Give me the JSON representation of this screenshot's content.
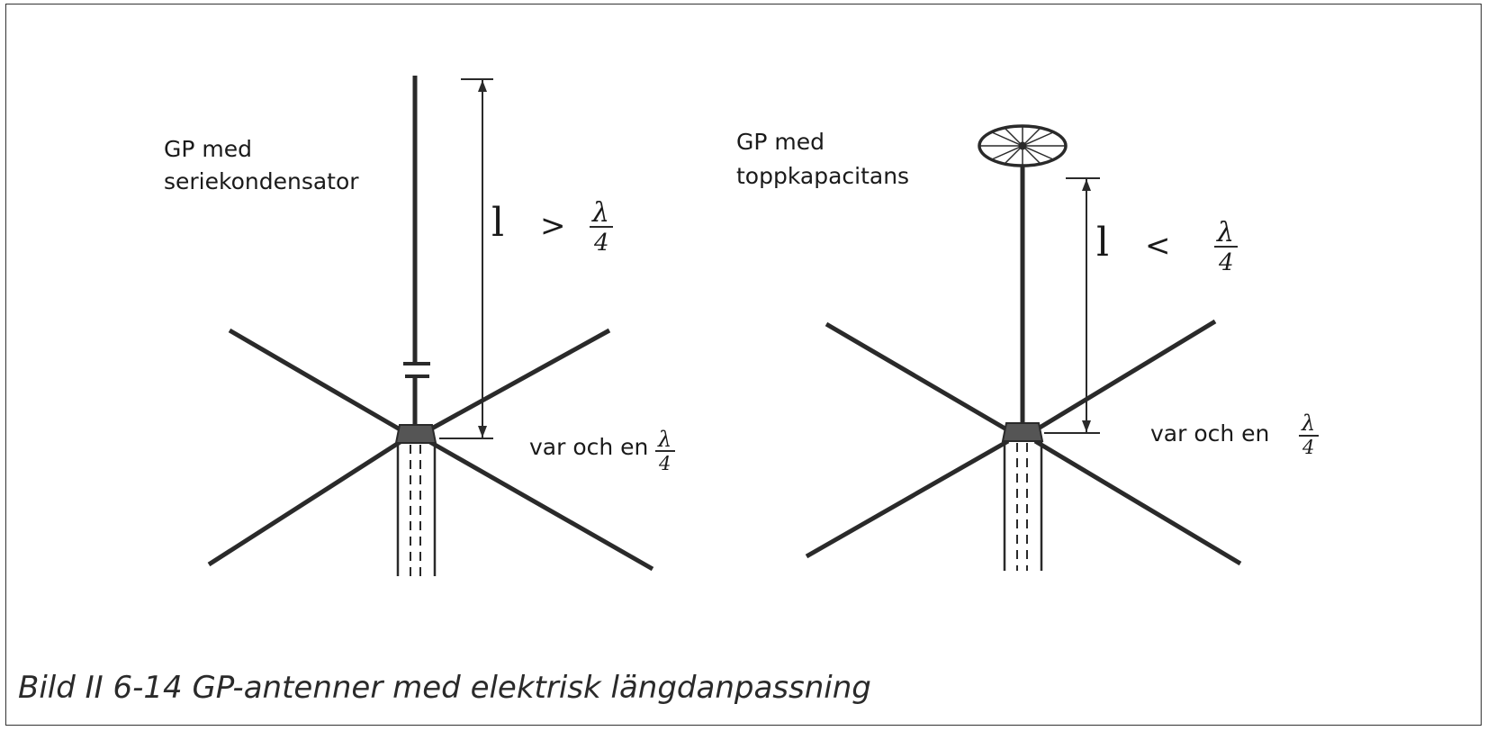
{
  "left": {
    "title_line1": "GP med",
    "title_line2": "seriekondensator",
    "length_symbol": "l",
    "relation": ">",
    "lambda": "λ",
    "divisor": "4",
    "radials_label": "var och en"
  },
  "right": {
    "title_line1": "GP med",
    "title_line2": "toppkapacitans",
    "length_symbol": "l",
    "relation": "<",
    "lambda": "λ",
    "divisor": "4",
    "radials_label": "var och en"
  },
  "caption": "Bild II 6-14  GP-antenner med elektrisk längdanpassning"
}
